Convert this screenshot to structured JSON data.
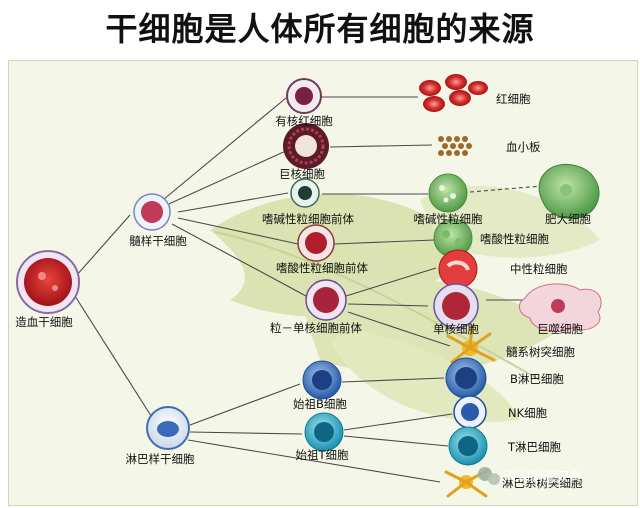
{
  "title": "干细胞是人体所有细胞的来源",
  "cells": {
    "hsc": "造血干细胞",
    "myeloid_stem": "髓样干细胞",
    "lymphoid_stem": "淋巴样干细胞",
    "nucleated_rbc": "有核红细胞",
    "megakaryocyte": "巨核细胞",
    "basophil_precursor": "嗜碱性粒细胞前体",
    "basophil": "嗜碱性粒细胞",
    "eosinophil_precursor": "嗜酸性粒细胞前体",
    "eosinophil": "嗜酸性粒细胞",
    "gm_precursor": "粒－单核细胞前体",
    "neutrophil": "中性粒细胞",
    "monocyte": "单核细胞",
    "macrophage": "巨噬细胞",
    "myeloid_dendritic": "髓系树突细胞",
    "red_blood_cell": "红细胞",
    "platelet": "血小板",
    "mast_cell": "肥大细胞",
    "b_progenitor": "始祖B细胞",
    "t_progenitor": "始祖T细胞",
    "b_lymphocyte": "B淋巴细胞",
    "nk_cell": "NK细胞",
    "t_lymphocyte": "T淋巴细胞",
    "lymphoid_dendritic": "淋巴系树突细胞"
  },
  "watermark": "深圳同源双青",
  "icons": [
    "wechat-icon"
  ]
}
